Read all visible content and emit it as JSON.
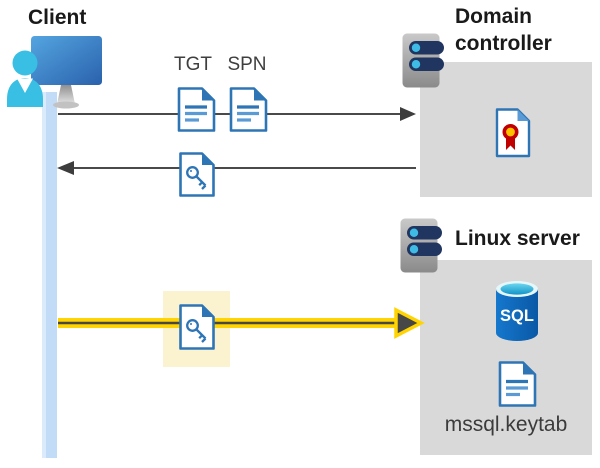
{
  "labels": {
    "client": "Client",
    "domain_controller": "Domain controller",
    "linux_server": "Linux server",
    "tgt": "TGT",
    "spn": "SPN",
    "keytab": "mssql.keytab",
    "sql": "SQL"
  },
  "icons": {
    "client": "client-computer-with-user",
    "servers": "server-icon",
    "tgt": "document-icon",
    "spn": "document-icon",
    "ticket": "key-document-icon",
    "domain_controller_content": "certificate-icon",
    "linux_server_content": [
      "sql-database-icon",
      "keytab-document-icon"
    ]
  },
  "arrows": {
    "request": "client-to-domain-controller-right-arrow",
    "response": "domain-controller-to-client-left-arrow",
    "highlighted": "client-to-linux-server-yellow-arrow"
  },
  "colors": {
    "doc_blue": "#2E75B6",
    "doc_blue_light": "#5B9BD5",
    "box_gray": "#D9D9D9",
    "highlight_yellow": "#FBF3CF",
    "arrow_yellow": "#FFD400",
    "arrow_dark": "#474747",
    "bar_blue": "#C2DCF8",
    "person_cyan": "#38BFE3",
    "server_navy": "#20355F",
    "server_dot_cyan": "#3FBCE5",
    "cert_red": "#C00000",
    "cert_yellow": "#FFC000",
    "sql_blue": "#0E6FC0"
  }
}
